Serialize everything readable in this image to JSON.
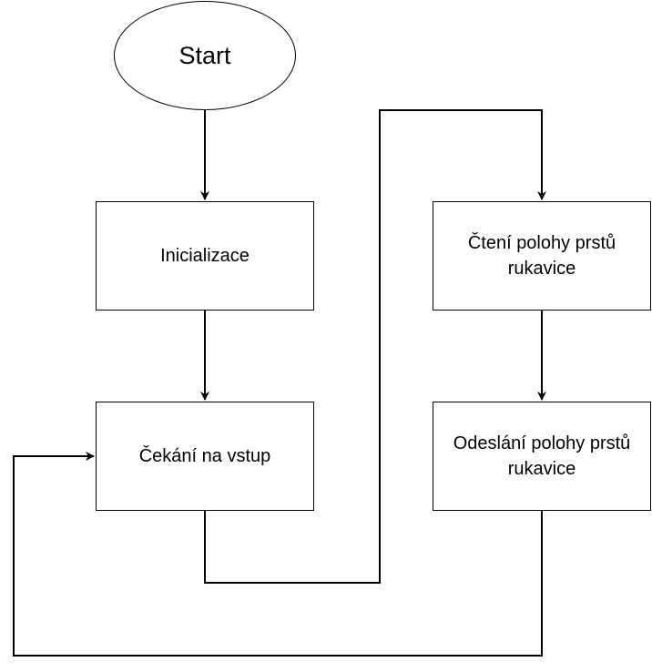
{
  "diagram": {
    "start": "Start",
    "init": "Inicializace",
    "wait": "Čekání na vstup",
    "read": "Čtení polohy prstů rukavice",
    "send": "Odeslání polohy prstů rukavice"
  }
}
